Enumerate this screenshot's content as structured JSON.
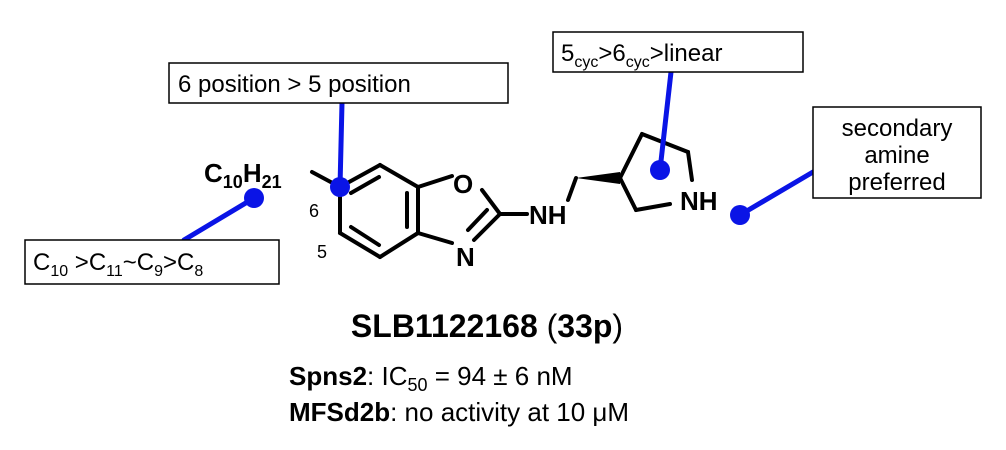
{
  "molecule": {
    "alkyl_c": "C",
    "alkyl_c_sub": "10",
    "alkyl_h": "H",
    "alkyl_h_sub": "21",
    "atom_o": "O",
    "atom_n": "N",
    "atom_nh": "NH",
    "atom_nh_ring": "NH",
    "position_6": "6",
    "position_5": "5"
  },
  "annotations": {
    "position_box": "6 position > 5 position",
    "ring_box": {
      "p1": "5",
      "p1_sub": "cyc",
      "p2": ">6",
      "p2_sub": "cyc",
      "p3": ">linear"
    },
    "amine_box": {
      "line1": "secondary",
      "line2": "amine",
      "line3": "preferred"
    },
    "chain_box": {
      "p1": "C",
      "p1_sub": "10",
      "p2": " >C",
      "p2_sub": "11",
      "p3": "~C",
      "p3_sub": "9",
      "p4": ">C",
      "p4_sub": "8"
    }
  },
  "compound": {
    "name": "SLB1122168",
    "paren_open": " (",
    "id": "33p",
    "paren_close": ")"
  },
  "activity": {
    "spns2_label": "Spns2",
    "spns2_text_a": ": IC",
    "spns2_sub": "50",
    "spns2_text_b": " = 94 ± 6 nM",
    "mfsd2b_label": "MFSd2b",
    "mfsd2b_text": ": no activity at 10 μM"
  },
  "colors": {
    "annotation_blue": "#0a14e6",
    "structure": "#000000"
  }
}
